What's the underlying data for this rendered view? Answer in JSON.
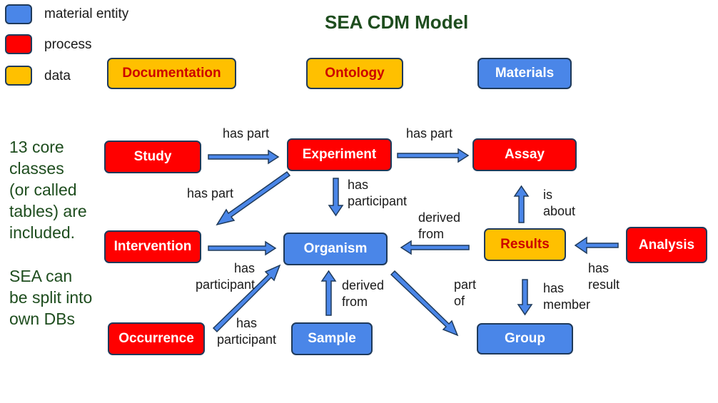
{
  "title": "SEA CDM Model",
  "legend": [
    {
      "label": "material entity",
      "color": "#4a86e8"
    },
    {
      "label": "process",
      "color": "#ff0000"
    },
    {
      "label": "data",
      "color": "#ffc000"
    }
  ],
  "top_boxes": {
    "documentation": "Documentation",
    "ontology": "Ontology",
    "materials": "Materials"
  },
  "side_notes": {
    "core_classes": "13 core\nclasses\n(or called\ntables) are\nincluded.",
    "split": "SEA can\nbe split into\nown DBs"
  },
  "nodes": {
    "study": "Study",
    "experiment": "Experiment",
    "assay": "Assay",
    "intervention": "Intervention",
    "organism": "Organism",
    "results": "Results",
    "analysis": "Analysis",
    "occurrence": "Occurrence",
    "sample": "Sample",
    "group": "Group"
  },
  "edge_labels": {
    "study_experiment": "has part",
    "experiment_assay": "has part",
    "experiment_intervention": "has part",
    "experiment_organism": "has\nparticipant",
    "results_assay": "is\nabout",
    "results_organism": "derived\nfrom",
    "intervention_organism": "has\nparticipant",
    "analysis_results": "has\nresult",
    "sample_organism": "derived\nfrom",
    "organism_group": "part\nof",
    "results_group": "has\nmember",
    "occurrence_organism": "has\nparticipant"
  },
  "colors": {
    "process": "#ff0000",
    "material_entity": "#4a86e8",
    "data": "#ffc000",
    "arrow_fill": "#4a86e8",
    "arrow_stroke": "#1f3a5a"
  }
}
